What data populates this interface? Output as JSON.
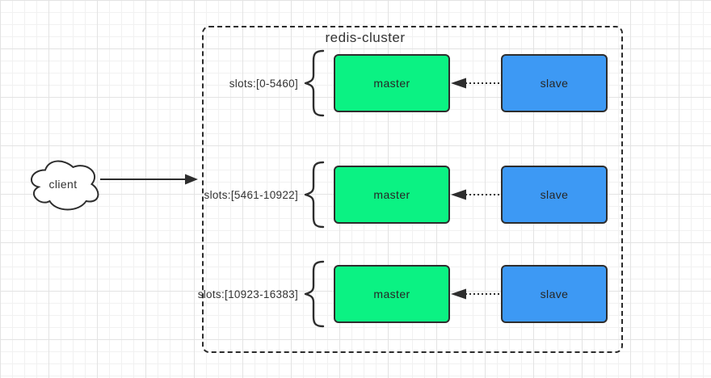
{
  "diagram": {
    "title": "redis-cluster",
    "client": {
      "label": "client"
    },
    "rows": [
      {
        "slots": "slots:[0-5460]",
        "master": "master",
        "slave": "slave"
      },
      {
        "slots": "slots:[5461-10922]",
        "master": "master",
        "slave": "slave"
      },
      {
        "slots": "slots:[10923-16383]",
        "master": "master",
        "slave": "slave"
      }
    ],
    "colors": {
      "stroke": "#2D2D2D",
      "text": "#333333",
      "master_fill": "#0BF283",
      "slave_fill": "#3D99F4",
      "grid_minor": "#F1F1F1",
      "grid_major": "#E3E3E3"
    }
  }
}
